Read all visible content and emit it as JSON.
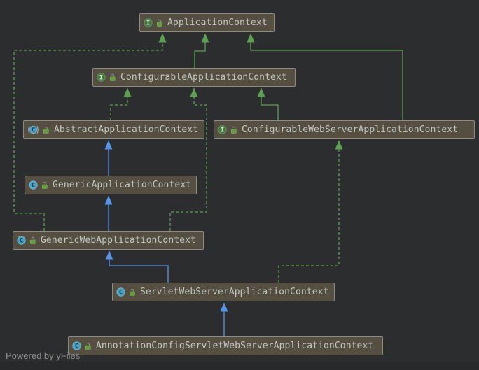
{
  "app": {
    "watermark": "Powered by yFiles"
  },
  "colors": {
    "background": "#2b2d2e",
    "node_fill": "#554f42",
    "node_border": "#8f8b80",
    "node_text": "#c3c6c0",
    "edge_extends": "#5793e8",
    "edge_implements": "#5ba150",
    "icon_interface": "#43773f",
    "icon_class": "#47a0c3",
    "lock_green": "#629c3d",
    "watermark_text": "#8b8e8b"
  },
  "diagram": {
    "nodes": [
      {
        "id": "application-context",
        "label": "ApplicationContext",
        "kind": "interface",
        "modifier": "public-unlocked"
      },
      {
        "id": "configurable-application-context",
        "label": "ConfigurableApplicationContext",
        "kind": "interface",
        "modifier": "public-unlocked"
      },
      {
        "id": "abstract-application-context",
        "label": "AbstractApplicationContext",
        "kind": "abstract-class",
        "modifier": "public-unlocked"
      },
      {
        "id": "configurable-web-server-application-context",
        "label": "ConfigurableWebServerApplicationContext",
        "kind": "interface",
        "modifier": "public-unlocked"
      },
      {
        "id": "generic-application-context",
        "label": "GenericApplicationContext",
        "kind": "class",
        "modifier": "public-unlocked"
      },
      {
        "id": "generic-web-application-context",
        "label": "GenericWebApplicationContext",
        "kind": "class",
        "modifier": "public-unlocked"
      },
      {
        "id": "servlet-web-server-application-context",
        "label": "ServletWebServerApplicationContext",
        "kind": "class",
        "modifier": "public-unlocked"
      },
      {
        "id": "annotation-config-servlet-web-server-application-context",
        "label": "AnnotationConfigServletWebServerApplicationContext",
        "kind": "class",
        "modifier": "public-unlocked"
      }
    ],
    "edges": [
      {
        "from": "ConfigurableApplicationContext",
        "to": "ApplicationContext",
        "relation": "extends-interface",
        "style": "green-solid"
      },
      {
        "from": "ConfigurableWebServerApplicationContext",
        "to": "ApplicationContext",
        "relation": "extends-interface",
        "style": "green-solid"
      },
      {
        "from": "ConfigurableWebServerApplicationContext",
        "to": "ConfigurableApplicationContext",
        "relation": "extends-interface",
        "style": "green-solid"
      },
      {
        "from": "AbstractApplicationContext",
        "to": "ConfigurableApplicationContext",
        "relation": "implements",
        "style": "green-dashed"
      },
      {
        "from": "GenericWebApplicationContext",
        "to": "ConfigurableApplicationContext",
        "relation": "implements",
        "style": "green-dashed"
      },
      {
        "from": "GenericWebApplicationContext",
        "to": "ApplicationContext",
        "relation": "implements",
        "style": "green-dashed"
      },
      {
        "from": "ServletWebServerApplicationContext",
        "to": "ConfigurableWebServerApplicationContext",
        "relation": "implements",
        "style": "green-dashed"
      },
      {
        "from": "GenericApplicationContext",
        "to": "AbstractApplicationContext",
        "relation": "extends-class",
        "style": "blue-solid"
      },
      {
        "from": "GenericWebApplicationContext",
        "to": "GenericApplicationContext",
        "relation": "extends-class",
        "style": "blue-solid"
      },
      {
        "from": "ServletWebServerApplicationContext",
        "to": "GenericWebApplicationContext",
        "relation": "extends-class",
        "style": "blue-solid"
      },
      {
        "from": "AnnotationConfigServletWebServerApplicationContext",
        "to": "ServletWebServerApplicationContext",
        "relation": "extends-class",
        "style": "blue-solid"
      }
    ]
  }
}
